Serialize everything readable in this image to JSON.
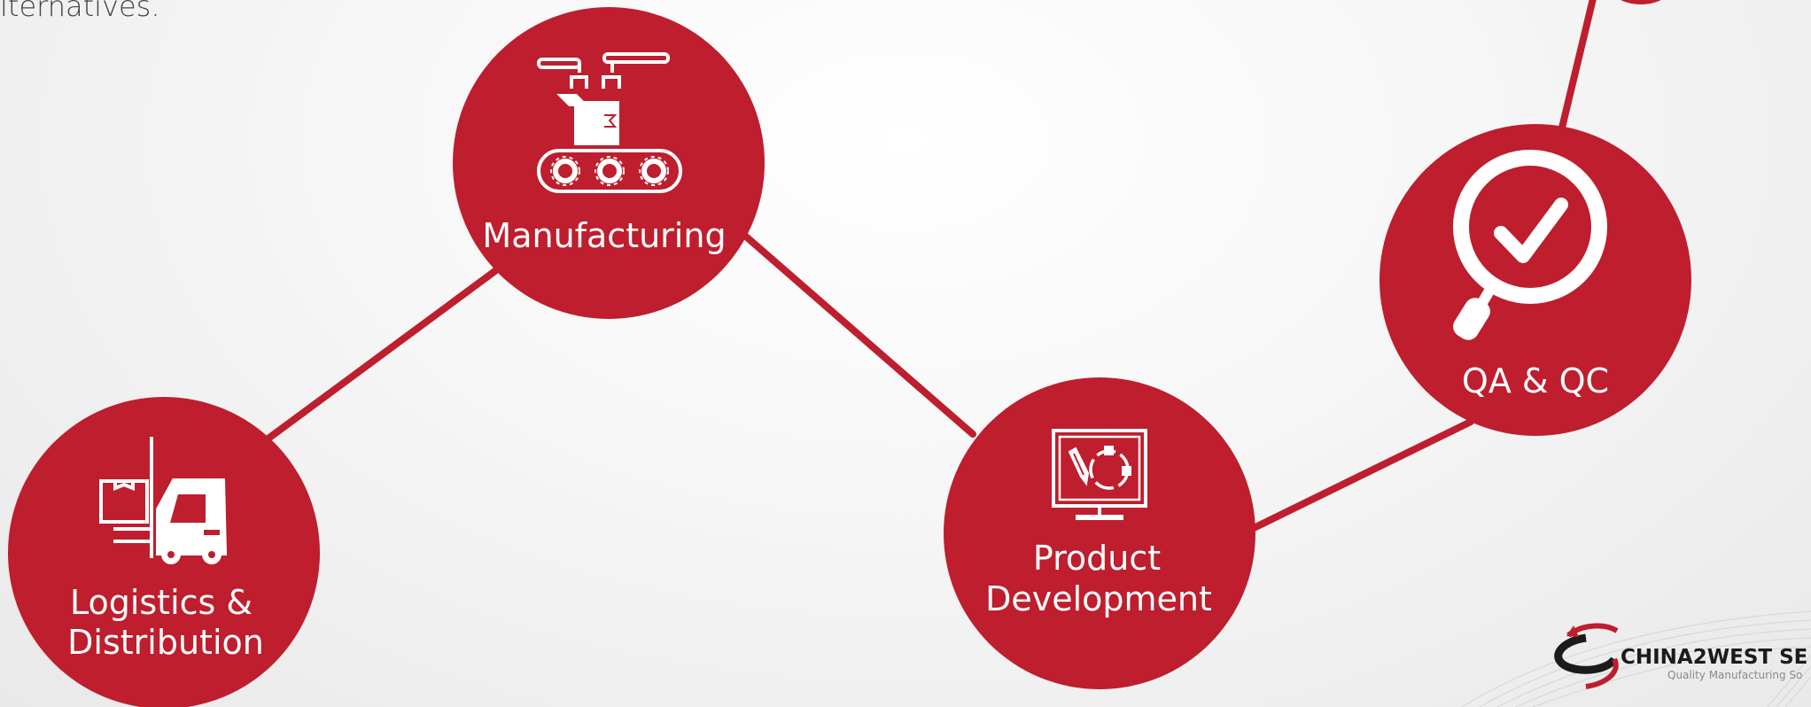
{
  "intro_text": "lternatives.",
  "colors": {
    "accent": "#be1e2d",
    "white": "#ffffff",
    "logo_dark": "#1b1b1b"
  },
  "nodes": [
    {
      "id": "logistics",
      "label_lines": [
        "Logistics &",
        "Distribution"
      ],
      "icon": "forklift-icon"
    },
    {
      "id": "manufacturing",
      "label_lines": [
        "Manufacturing"
      ],
      "icon": "conveyor-belt-icon"
    },
    {
      "id": "product-development",
      "label_lines": [
        "Product",
        "Development"
      ],
      "icon": "design-monitor-icon"
    },
    {
      "id": "qa-qc",
      "label_lines": [
        "QA & QC"
      ],
      "icon": "magnifier-check-icon"
    }
  ],
  "logo": {
    "name": "CHINA2WEST SE",
    "tagline": "Quality Manufacturing So"
  }
}
